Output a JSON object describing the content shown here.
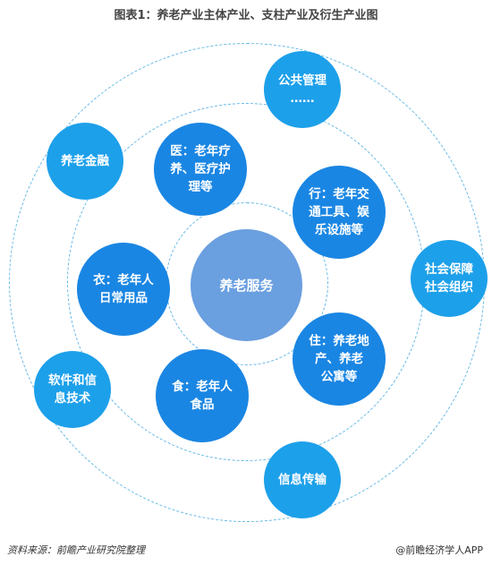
{
  "title": "图表1：养老产业主体产业、支柱产业及衍生产业图",
  "center": {
    "label": "养老服务"
  },
  "middle_nodes": [
    {
      "label": "医：老年疗\n养、医疗护\n理等"
    },
    {
      "label": "行：老年交\n通工具、娱\n乐设施等"
    },
    {
      "label": "住：养老地\n产、养老\n公寓等"
    },
    {
      "label": "食：老年人\n食品"
    },
    {
      "label": "衣：老年人\n日常用品"
    }
  ],
  "outer_nodes": [
    {
      "label": "公共管理\n……"
    },
    {
      "label": "社会保障\n社会组织"
    },
    {
      "label": "信息传输"
    },
    {
      "label": "软件和信\n息技术"
    },
    {
      "label": "养老金融"
    }
  ],
  "footer": {
    "source": "资料来源：前瞻产业研究院整理",
    "credit": "@前瞻经济学人APP"
  },
  "colors": {
    "center": "#6a9fe0",
    "middle": "#1a86e3",
    "outer": "#1da0ea",
    "ring": "#66b8e6"
  }
}
